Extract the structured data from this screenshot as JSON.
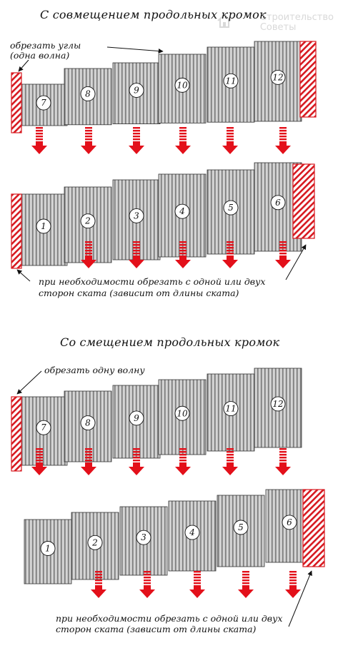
{
  "watermark": {
    "line1": "Строительство",
    "line2": "Советы",
    "icon": "house-icon"
  },
  "section1": {
    "title": "С совмещением продольных кромок",
    "note_top": [
      "обрезать углы",
      "(одна волна)"
    ],
    "note_bottom": [
      "при необходимости обрезать с одной или двух",
      "сторон ската (зависит от длины ската)"
    ],
    "row_top_numbers": [
      "7",
      "8",
      "9",
      "10",
      "11",
      "12"
    ],
    "row_bottom_numbers": [
      "1",
      "2",
      "3",
      "4",
      "5",
      "6"
    ]
  },
  "section2": {
    "title": "Со смещением продольных кромок",
    "note_top": [
      "обрезать одну волну"
    ],
    "note_bottom": [
      "при необходимости обрезать с одной или двух",
      "сторон ската (зависит от длины ската)"
    ],
    "row_top_numbers": [
      "7",
      "8",
      "9",
      "10",
      "11",
      "12"
    ],
    "row_bottom_numbers": [
      "1",
      "2",
      "3",
      "4",
      "5",
      "6"
    ]
  },
  "colors": {
    "sheet": "#b8b8b8",
    "sheet_stripe": "#8f8f8f",
    "cut_hatch": "#d71920",
    "arrow": "#e3101a",
    "outline": "#333333"
  }
}
